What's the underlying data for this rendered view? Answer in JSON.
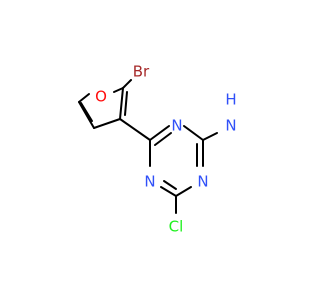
{
  "molecule": {
    "atoms": {
      "oxygen": {
        "symbol": "O",
        "color": "#ff0d0d"
      },
      "bromine": {
        "symbol": "Br",
        "color": "#a62929"
      },
      "n_top": {
        "symbol": "N",
        "color": "#3050f8"
      },
      "nh2_n": {
        "symbol": "N",
        "color": "#3050f8"
      },
      "nh2_h": {
        "symbol": "H",
        "color": "#3050f8"
      },
      "n_left": {
        "symbol": "N",
        "color": "#3050f8"
      },
      "n_right": {
        "symbol": "N",
        "color": "#3050f8"
      },
      "chlorine": {
        "symbol": "Cl",
        "color": "#1ff01f"
      }
    },
    "bond_color": "#000000"
  }
}
